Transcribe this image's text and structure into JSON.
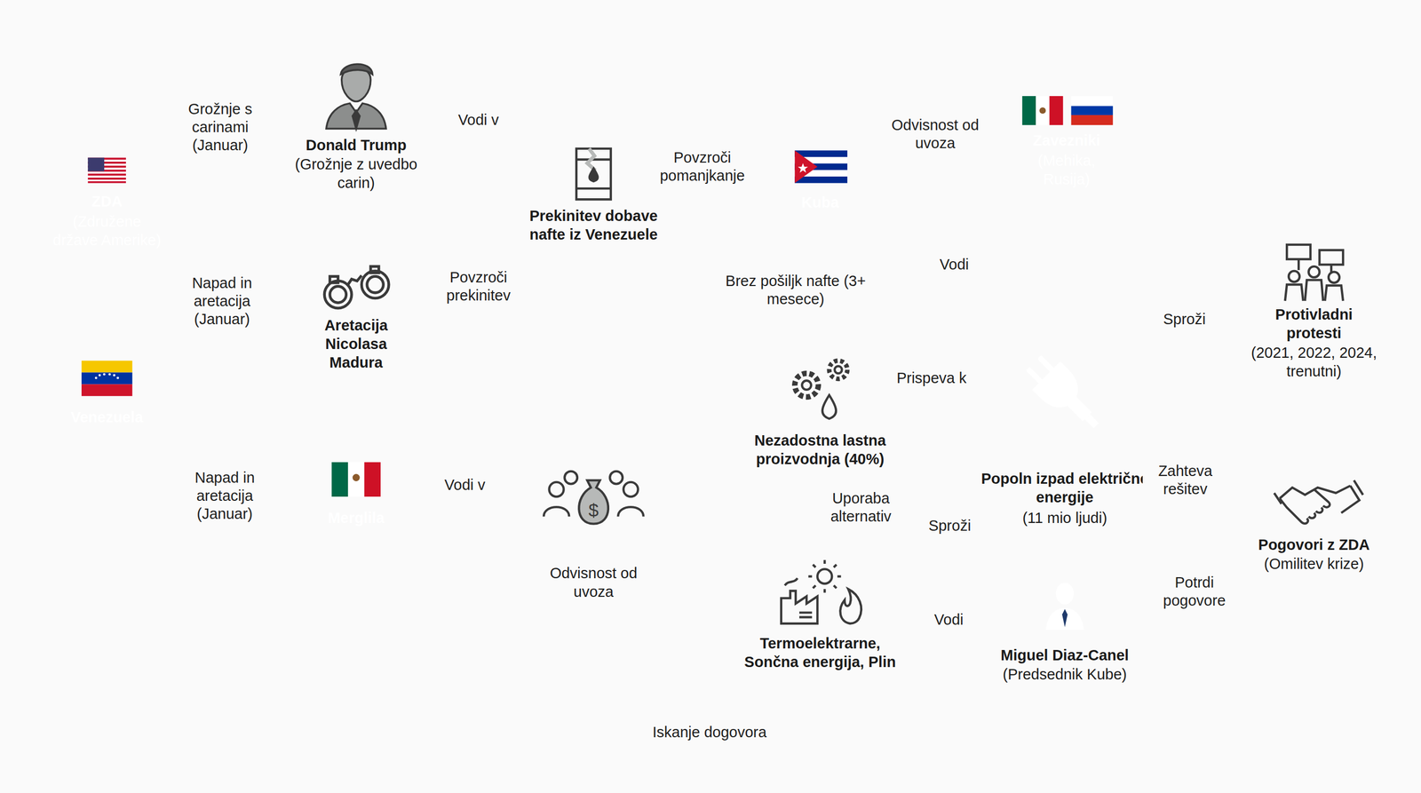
{
  "diagram": {
    "nodes": [
      {
        "text": [
          "ZDA",
          "(Združene države Amerike)"
        ]
      },
      {
        "text": [
          "Donald Trump",
          "(Grožnje z uvedbo carin)"
        ]
      },
      {
        "text": [
          "Aretacija Nicolasa Madura"
        ]
      },
      {
        "text": [
          "Venezuela"
        ]
      },
      {
        "text": [
          "Merglila"
        ]
      },
      {
        "text": [
          "Prekinitev dobave nafte iz Venezuele"
        ]
      },
      {
        "text": [
          "Odvisnost od uvoza"
        ]
      },
      {
        "text": [
          "Kuba"
        ]
      },
      {
        "text": [
          "Zavezniki",
          "(Mehika, Rusija)"
        ]
      },
      {
        "text": [
          "Nezadostna lastna proizvodnja (40%)"
        ]
      },
      {
        "text": [
          "Termoelektrarne, Sončna energija, Plin"
        ]
      },
      {
        "text": [
          "Popoln izpad električne energije",
          "(11 mio ljudi)"
        ]
      },
      {
        "text": [
          "Protivladni protesti",
          "(2021, 2022, 2024, trenutni)"
        ]
      },
      {
        "text": [
          "Miguel Diaz-Canel",
          "(Predsednik Kube)"
        ]
      },
      {
        "text": [
          "Pogovori z ZDA",
          "(Omilitev krize)"
        ]
      }
    ],
    "edges": [
      {
        "from": 0,
        "to": 1,
        "label": "Grožnje s carinami (Januar)",
        "arrow": "to"
      },
      {
        "from": 0,
        "to": 2,
        "label": "Napad in aretacija (Januar)",
        "arrow": "to"
      },
      {
        "from": 1,
        "to": 5,
        "label": "Vodi v",
        "arrow": "to"
      },
      {
        "from": 2,
        "to": 5,
        "label": "Povzroči prekinitev",
        "arrow": "to"
      },
      {
        "from": 3,
        "to": 4,
        "label": "Napad in aretacija (Januar)",
        "arrow": "to"
      },
      {
        "from": 4,
        "to": 6,
        "label": "Vodi v",
        "arrow": "to"
      },
      {
        "from": 5,
        "to": 7,
        "label": "Povzroči pomanjkanje",
        "arrow": "to"
      },
      {
        "from": 7,
        "to": 8,
        "label": "Odvisnost od uvoza",
        "arrow": "to"
      },
      {
        "from": 7,
        "to": 9,
        "label": "Brez pošiljk nafte (3+ mesece)",
        "arrow": "to"
      },
      {
        "from": 7,
        "to": 11,
        "label": "Vodi",
        "arrow": "to"
      },
      {
        "from": 6,
        "to": 9,
        "arrow": "to"
      },
      {
        "from": 6,
        "to": 10,
        "arrow": "to"
      },
      {
        "from": 9,
        "to": 11,
        "label": "Prispeva k",
        "arrow": "to"
      },
      {
        "from": 9,
        "to": 10,
        "label": "Uporaba alternativ",
        "arrow": "to"
      },
      {
        "from": 10,
        "to": 11,
        "label": "Sproži",
        "arrow": "to"
      },
      {
        "from": 10,
        "to": 13,
        "label": "Vodi",
        "arrow": "to"
      },
      {
        "from": 11,
        "to": 12,
        "label": "Sproži",
        "arrow": "to"
      },
      {
        "from": 11,
        "to": 14,
        "label": "Zahteva rešitev",
        "arrow": "to"
      },
      {
        "from": 13,
        "to": 14,
        "label": "Potrdi pogovore",
        "arrow": "to"
      },
      {
        "from": 14,
        "to": 3,
        "label": "Iskanje dogovora",
        "arrow": "to"
      }
    ]
  }
}
